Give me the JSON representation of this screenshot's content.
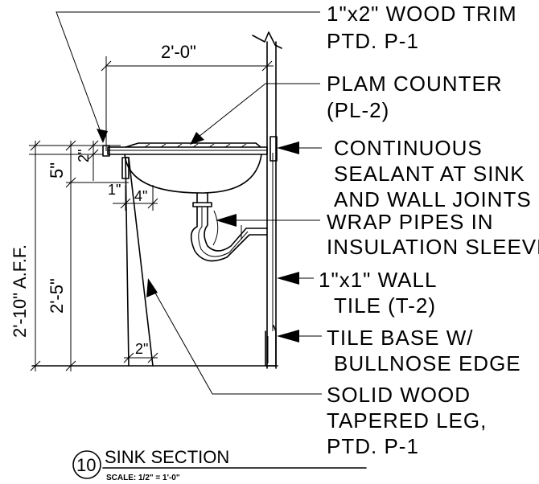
{
  "notes": {
    "trim_1": "1\"x2\" WOOD TRIM",
    "trim_2": "PTD. P-1",
    "plam_1": "PLAM COUNTER",
    "plam_2": "(PL-2)",
    "sealant_1": "CONTINUOUS",
    "sealant_2": "SEALANT AT SINK",
    "sealant_3": "AND WALL JOINTS",
    "wrap_1": "WRAP PIPES IN",
    "wrap_2": "INSULATION SLEEVE",
    "tile_1": "1\"x1\" WALL",
    "tile_2": "TILE (T-2)",
    "base_1": "TILE BASE W/",
    "base_2": "BULLNOSE EDGE",
    "leg_1": "SOLID WOOD",
    "leg_2": "TAPERED LEG,",
    "leg_3": "PTD. P-1"
  },
  "dimensions": {
    "width": "2'-0\"",
    "counter_height": "2'-10\" A.F.F.",
    "clear_height": "2'-5\"",
    "top_offset": "5\"",
    "counter_thickness": "2\"",
    "leg_top": "4\"",
    "leg_offset": "1\"",
    "leg_bottom": "2\""
  },
  "title_block": {
    "number": "10",
    "title": "SINK SECTION",
    "scale": "SCALE:  1/2\" = 1'-0\""
  }
}
